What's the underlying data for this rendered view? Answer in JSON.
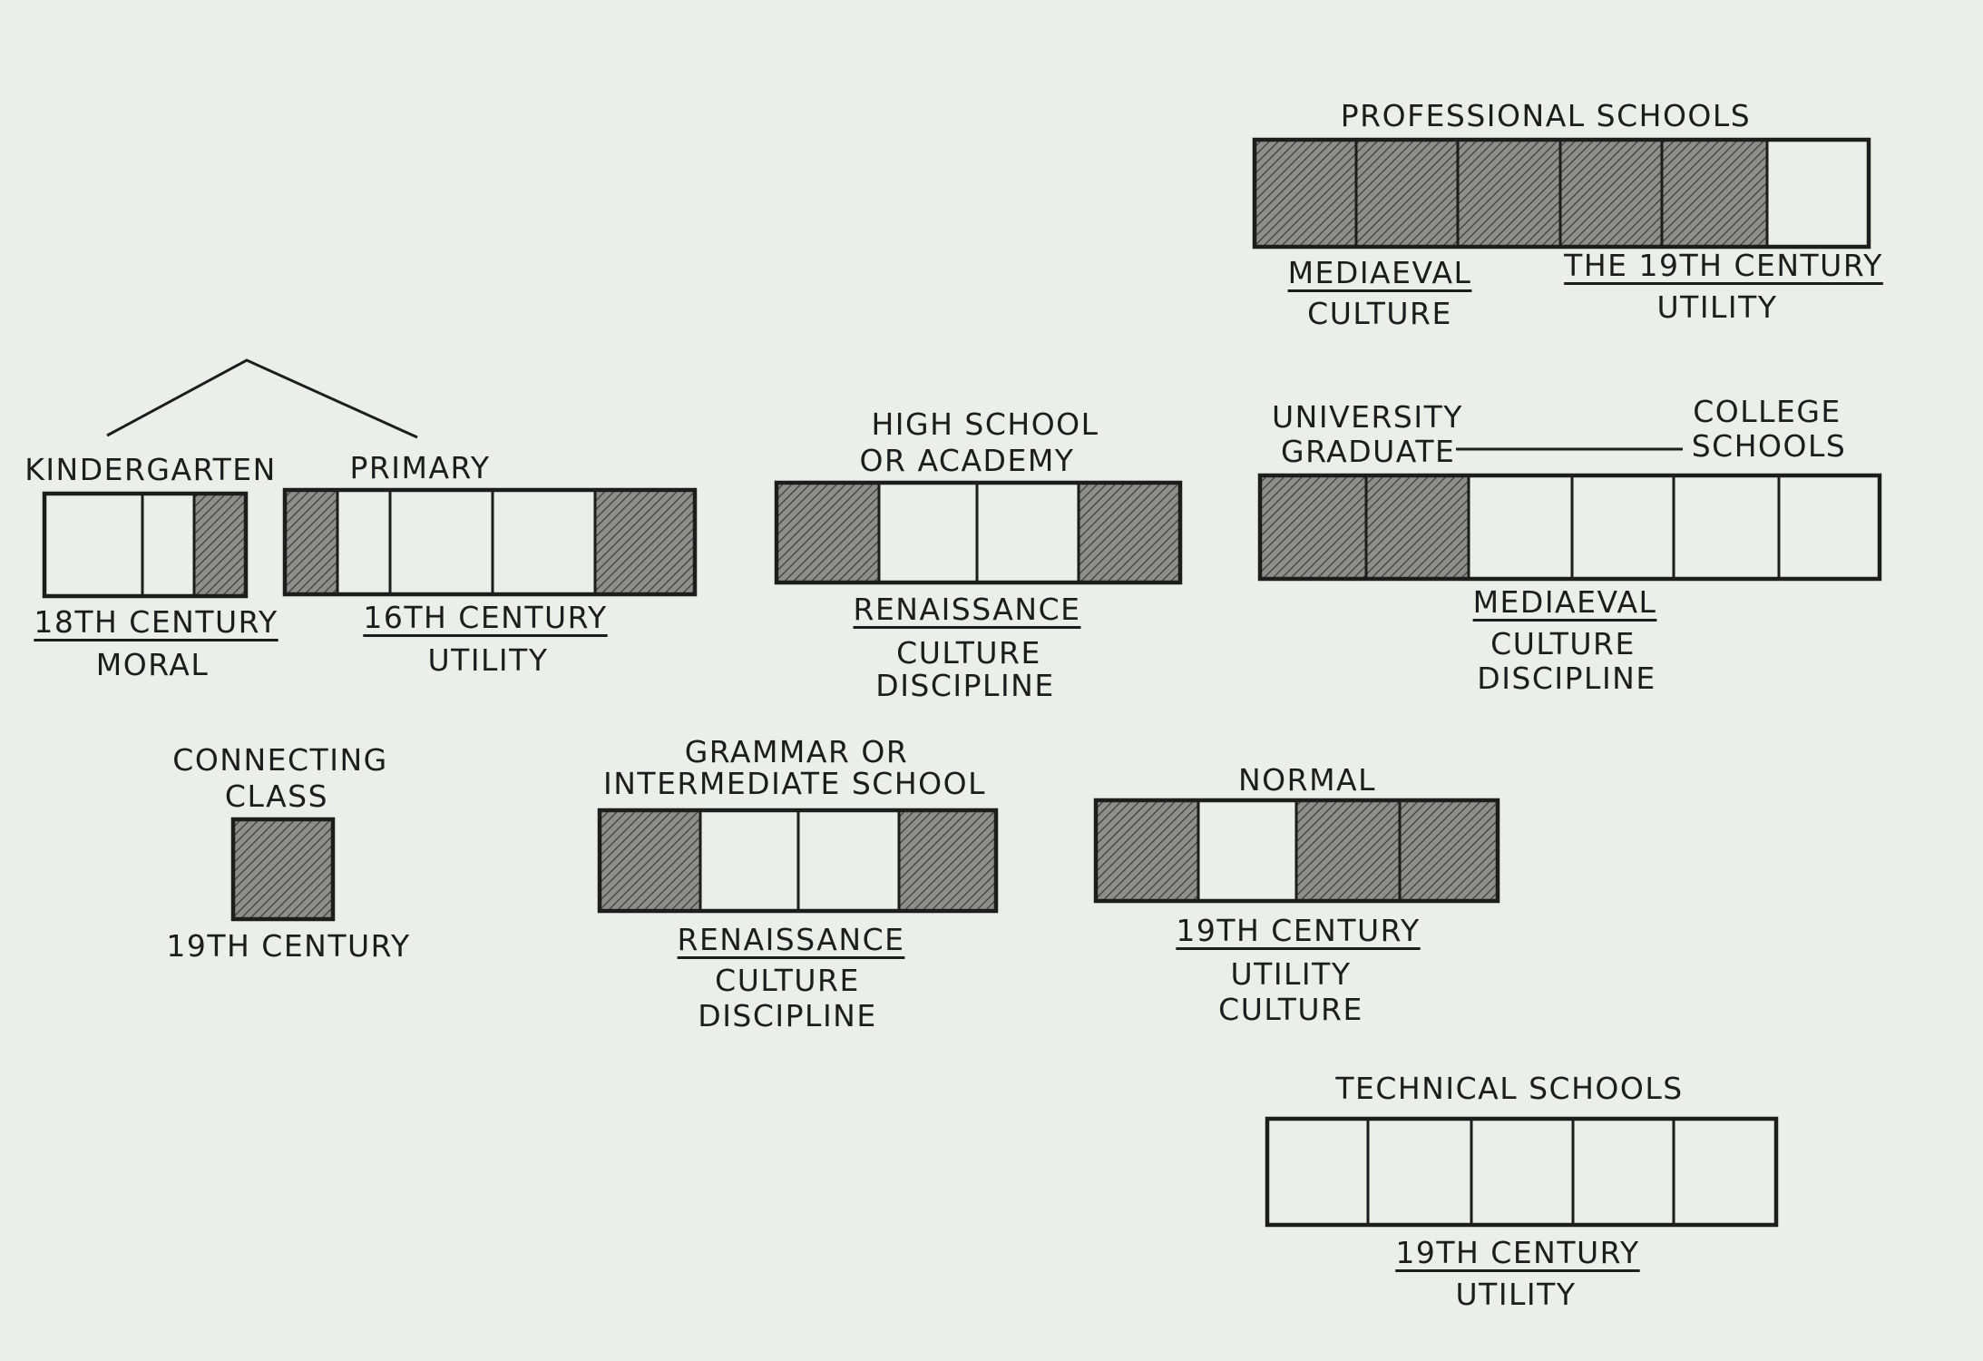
{
  "diagram": {
    "colors": {
      "background": "#eceeea",
      "ink": "#1d1d1d"
    },
    "professional": {
      "title": "PROFESSIONAL SCHOOLS",
      "era_left": "MEDIAEVAL",
      "aim_left": "CULTURE",
      "era_right": "THE 19TH CENTURY",
      "aim_right": "UTILITY",
      "cells": [
        "shaded",
        "shaded",
        "shaded",
        "shaded",
        "shaded",
        "plain"
      ]
    },
    "kindergarten": {
      "title": "KINDERGARTEN",
      "era": "18TH CENTURY",
      "aim": "MORAL",
      "cells": [
        "plain",
        "plain",
        "shaded"
      ]
    },
    "primary": {
      "title": "PRIMARY",
      "era": "16TH CENTURY",
      "aim": "UTILITY",
      "cells": [
        "shaded",
        "plain",
        "plain",
        "plain",
        "shaded"
      ]
    },
    "high_school": {
      "title_1": "HIGH SCHOOL",
      "title_2": "OR ACADEMY",
      "era": "RENAISSANCE",
      "aim_1": "CULTURE",
      "aim_2": "DISCIPLINE",
      "cells": [
        "shaded",
        "plain",
        "plain",
        "shaded"
      ]
    },
    "university": {
      "title_left_1": "UNIVERSITY",
      "title_left_2": "GRADUATE",
      "title_right_1": "COLLEGE",
      "title_right_2": "SCHOOLS",
      "era": "MEDIAEVAL",
      "aim_1": "CULTURE",
      "aim_2": "DISCIPLINE",
      "cells": [
        "shaded",
        "shaded",
        "plain",
        "plain",
        "plain",
        "plain"
      ]
    },
    "connecting_class": {
      "title_1": "CONNECTING",
      "title_2": "CLASS",
      "era": "19TH CENTURY",
      "cells": [
        "shaded"
      ]
    },
    "grammar": {
      "title_1": "GRAMMAR OR",
      "title_2": "INTERMEDIATE  SCHOOL",
      "era": "RENAISSANCE",
      "aim_1": "CULTURE",
      "aim_2": "DISCIPLINE",
      "cells": [
        "shaded",
        "plain",
        "plain",
        "shaded"
      ]
    },
    "normal": {
      "title": "NORMAL",
      "era": "19TH CENTURY",
      "aim_1": "UTILITY",
      "aim_2": "CULTURE",
      "cells": [
        "shaded",
        "plain",
        "shaded",
        "shaded"
      ]
    },
    "technical": {
      "title": "TECHNICAL SCHOOLS",
      "era": "19TH CENTURY",
      "aim": "UTILITY",
      "cells": [
        "plain",
        "plain",
        "plain",
        "plain",
        "plain"
      ]
    }
  }
}
